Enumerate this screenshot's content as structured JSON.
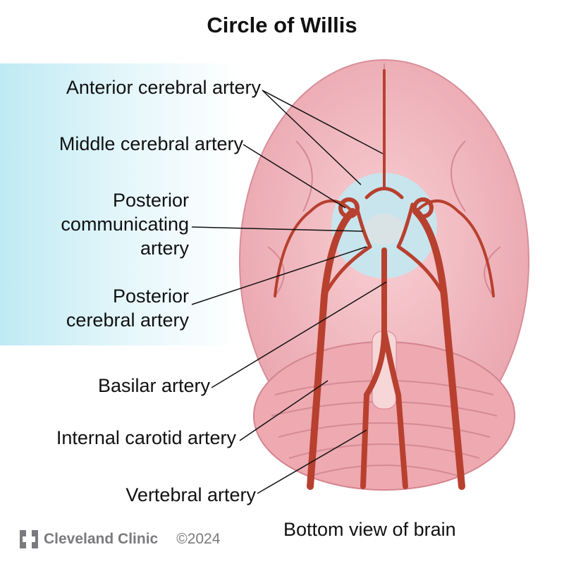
{
  "title": "Circle of Willis",
  "labels": {
    "anterior_cerebral": "Anterior cerebral artery",
    "middle_cerebral": "Middle cerebral artery",
    "posterior_communicating": [
      "Posterior",
      "communicating",
      "artery"
    ],
    "posterior_cerebral": [
      "Posterior",
      "cerebral artery"
    ],
    "basilar": "Basilar artery",
    "internal_carotid": "Internal carotid artery",
    "vertebral": "Vertebral artery"
  },
  "caption": "Bottom view of brain",
  "footer": {
    "brand": "Cleveland Clinic",
    "copyright": "©2024"
  },
  "colors": {
    "brain": "#f2b9bf",
    "artery": "#b8402f",
    "highlight": "#bfeaf3",
    "text": "#111111",
    "logo": "#7a7a7e"
  }
}
